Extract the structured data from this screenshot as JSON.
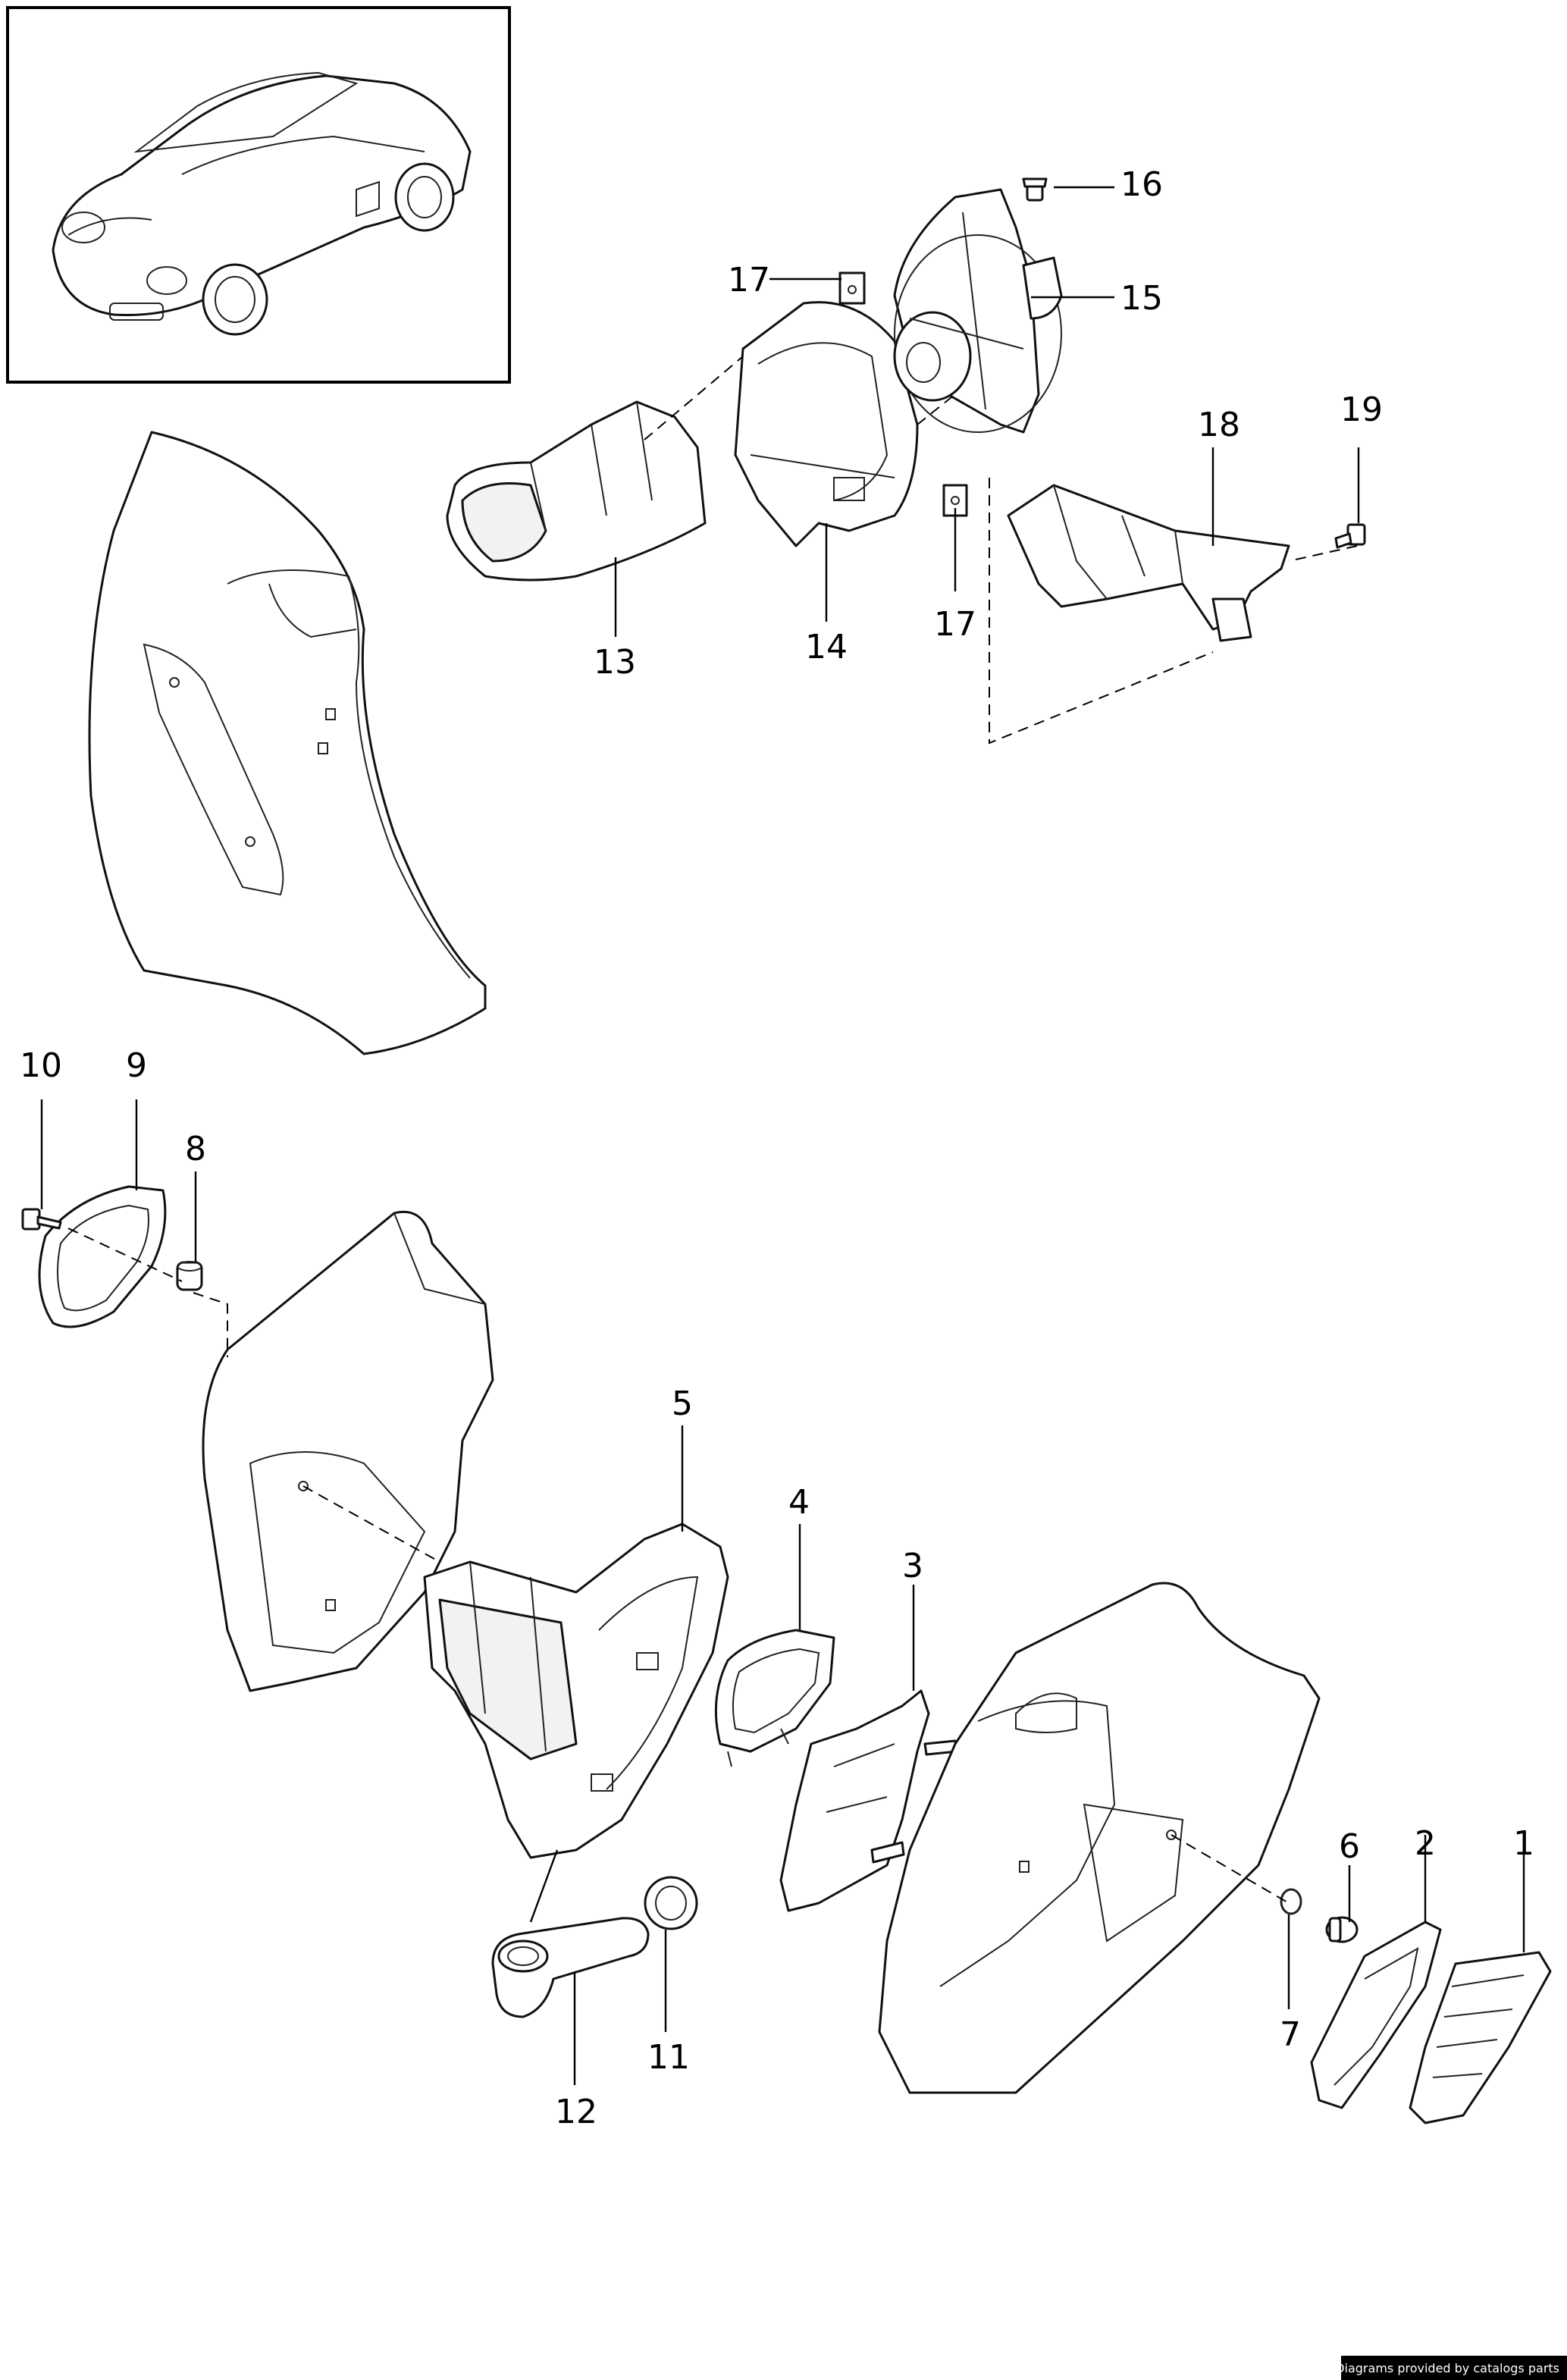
{
  "callouts": {
    "c1": "1",
    "c2": "2",
    "c3": "3",
    "c4": "4",
    "c5": "5",
    "c6": "6",
    "c7": "7",
    "c8": "8",
    "c9": "9",
    "c10": "10",
    "c11": "11",
    "c12": "12",
    "c13": "13",
    "c14": "14",
    "c15": "15",
    "c16": "16",
    "c17a": "17",
    "c17b": "17",
    "c18": "18",
    "c19": "19"
  },
  "footer": {
    "credit": "Diagrams provided by catalogs parts"
  }
}
